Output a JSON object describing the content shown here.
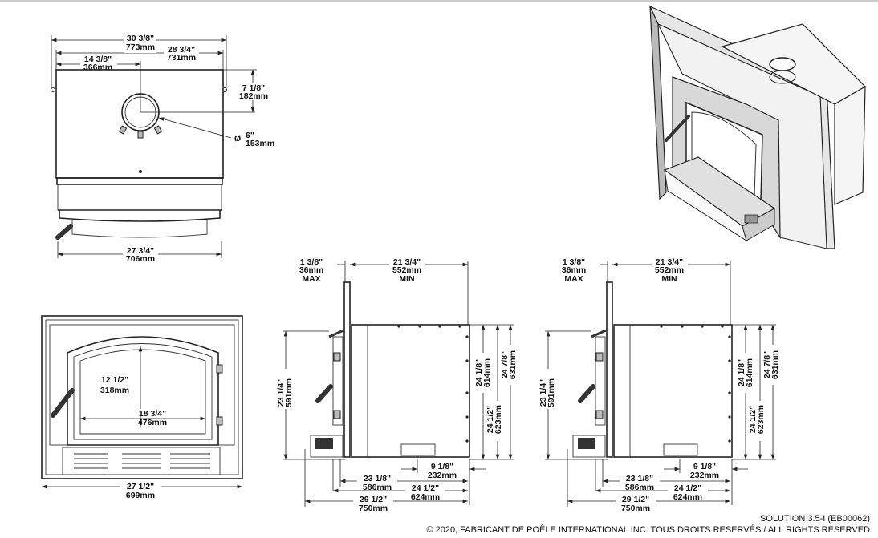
{
  "top_view": {
    "overall_width_in": "30 3/8\"",
    "overall_width_mm": "773mm",
    "body_width_in": "28 3/4\"",
    "body_width_mm": "731mm",
    "flue_offset_in": "14 3/8\"",
    "flue_offset_mm": "366mm",
    "flue_depth_in": "7 1/8\"",
    "flue_depth_mm": "182mm",
    "flue_dia_symbol": "Ø",
    "flue_dia_in": "6\"",
    "flue_dia_mm": "153mm",
    "bottom_width_in": "27 3/4\"",
    "bottom_width_mm": "706mm"
  },
  "front_view": {
    "glass_height_in": "12 1/2\"",
    "glass_height_mm": "318mm",
    "glass_width_in": "18 3/4\"",
    "glass_width_mm": "476mm",
    "width_in": "27 1/2\"",
    "width_mm": "699mm"
  },
  "side_view": {
    "faceplate_in": "1 3/8\"",
    "faceplate_mm": "36mm",
    "faceplate_note": "MAX",
    "depth_min_in": "21 3/4\"",
    "depth_min_mm": "552mm",
    "depth_min_note": "MIN",
    "height_front_in": "23 1/4\"",
    "height_front_mm": "591mm",
    "height_a_in": "24 1/8\"",
    "height_a_mm": "614mm",
    "height_b_in": "24 1/2\"",
    "height_b_mm": "623mm",
    "height_c_in": "24 7/8\"",
    "height_c_mm": "631mm",
    "rear_in": "9 1/8\"",
    "rear_mm": "232mm",
    "depth_a_in": "23 1/8\"",
    "depth_a_mm": "586mm",
    "depth_b_in": "24 1/2\"",
    "depth_b_mm": "624mm",
    "depth_c_in": "29 1/2\"",
    "depth_c_mm": "750mm"
  },
  "footer": {
    "model": "SOLUTION 3.5-I (EB00062)",
    "copyright": "© 2020, FABRICANT DE POÊLE INTERNATIONAL INC. TOUS DROITS RESERVÉS / ALL RIGHTS RESERVED"
  }
}
